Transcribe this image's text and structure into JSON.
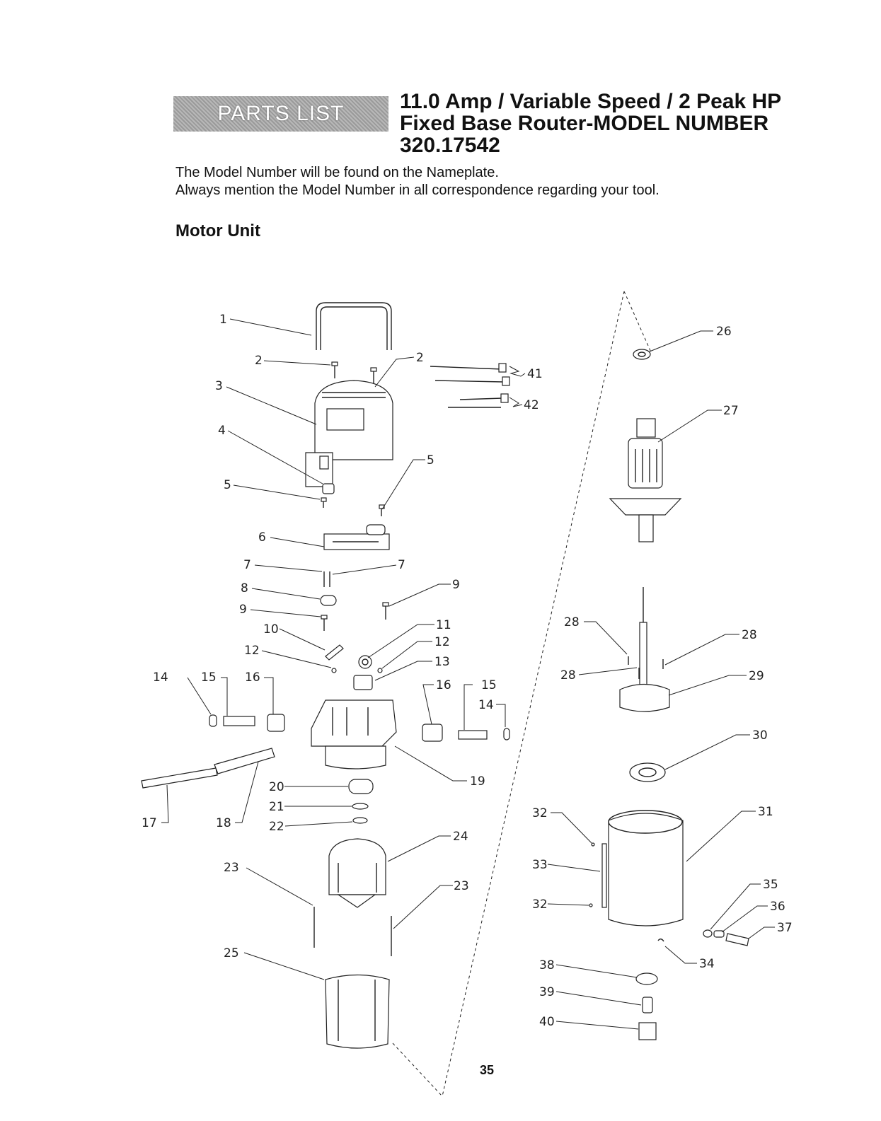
{
  "header": {
    "badge": "PARTS LIST",
    "title_line1": "11.0 Amp / Variable Speed / 2 Peak HP",
    "title_line2": "Fixed Base Router-MODEL NUMBER",
    "title_line3": "320.17542"
  },
  "intro": {
    "line1": "The Model Number will be found on the Nameplate.",
    "line2": "Always mention the Model Number in all correspondence regarding your tool."
  },
  "section": "Motor Unit",
  "callouts": {
    "c1": "1",
    "c2a": "2",
    "c2b": "2",
    "c3": "3",
    "c4": "4",
    "c5a": "5",
    "c5b": "5",
    "c6": "6",
    "c7a": "7",
    "c7b": "7",
    "c8": "8",
    "c9a": "9",
    "c9b": "9",
    "c10": "10",
    "c11": "11",
    "c12a": "12",
    "c12b": "12",
    "c13": "13",
    "c14a": "14",
    "c14b": "14",
    "c15a": "15",
    "c15b": "15",
    "c16a": "16",
    "c16b": "16",
    "c17": "17",
    "c18": "18",
    "c19": "19",
    "c20": "20",
    "c21": "21",
    "c22": "22",
    "c23a": "23",
    "c23b": "23",
    "c24": "24",
    "c25": "25",
    "c26": "26",
    "c27": "27",
    "c28a": "28",
    "c28b": "28",
    "c28c": "28",
    "c29": "29",
    "c30": "30",
    "c31": "31",
    "c32a": "32",
    "c32b": "32",
    "c33": "33",
    "c34": "34",
    "c35": "35",
    "c36": "36",
    "c37": "37",
    "c38": "38",
    "c39": "39",
    "c40": "40",
    "c41": "41",
    "c42": "42"
  },
  "page_number": "35"
}
